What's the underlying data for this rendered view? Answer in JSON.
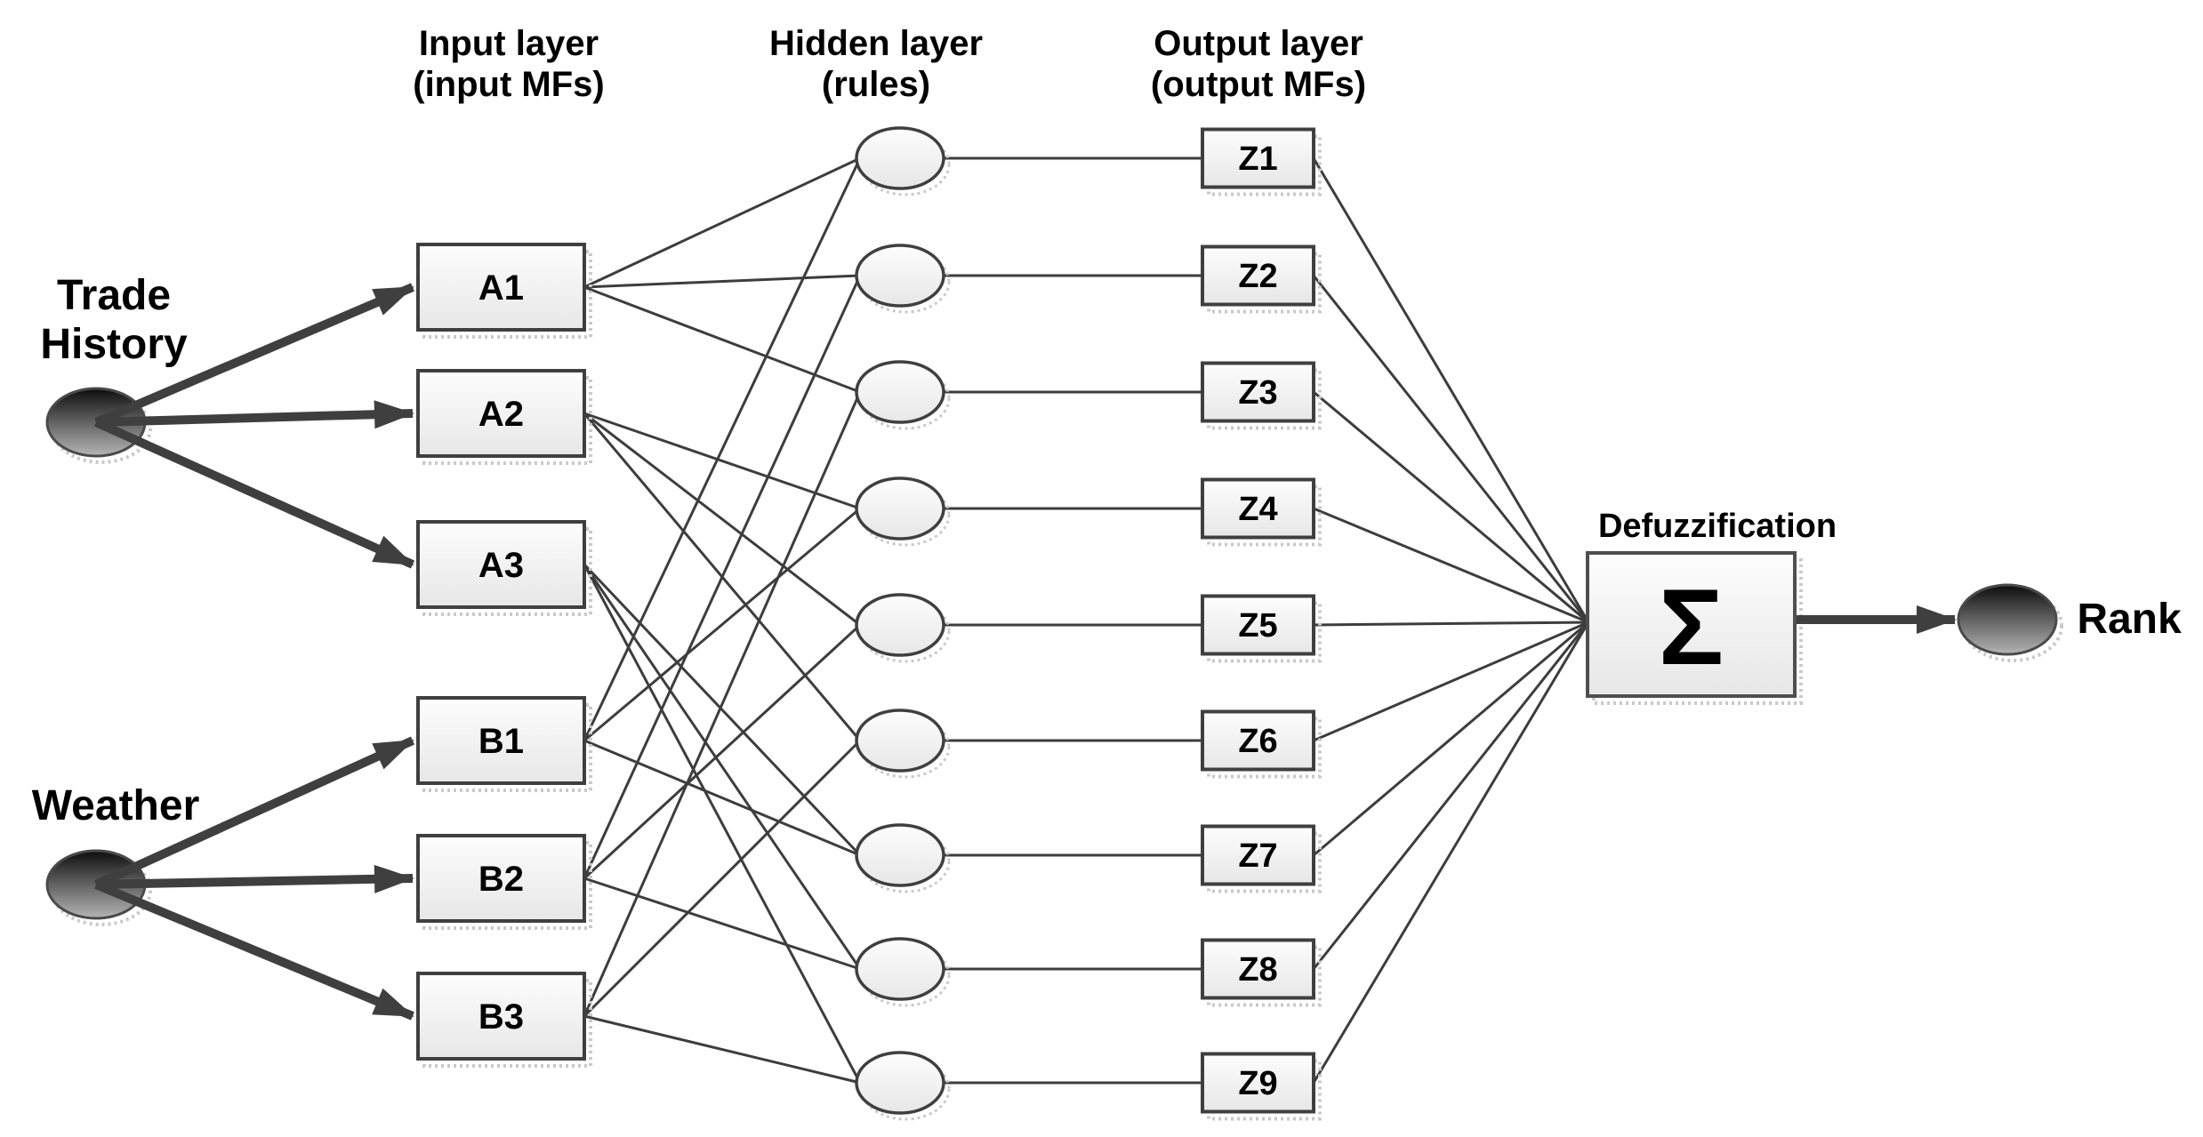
{
  "diagram": {
    "headers": {
      "input": {
        "line1": "Input layer",
        "line2": "(input MFs)"
      },
      "hidden": {
        "line1": "Hidden layer",
        "line2": "(rules)"
      },
      "output": {
        "line1": "Output layer",
        "line2": "(output MFs)"
      }
    },
    "sources": [
      {
        "id": "trade",
        "label_lines": [
          "Trade",
          "History"
        ]
      },
      {
        "id": "weather",
        "label_lines": [
          "Weather"
        ]
      }
    ],
    "input_mf_nodes": [
      {
        "id": "A1",
        "label": "A1"
      },
      {
        "id": "A2",
        "label": "A2"
      },
      {
        "id": "A3",
        "label": "A3"
      },
      {
        "id": "B1",
        "label": "B1"
      },
      {
        "id": "B2",
        "label": "B2"
      },
      {
        "id": "B3",
        "label": "B3"
      }
    ],
    "rule_nodes": [
      "R1",
      "R2",
      "R3",
      "R4",
      "R5",
      "R6",
      "R7",
      "R8",
      "R9"
    ],
    "output_mf_nodes": [
      {
        "id": "Z1",
        "label": "Z1"
      },
      {
        "id": "Z2",
        "label": "Z2"
      },
      {
        "id": "Z3",
        "label": "Z3"
      },
      {
        "id": "Z4",
        "label": "Z4"
      },
      {
        "id": "Z5",
        "label": "Z5"
      },
      {
        "id": "Z6",
        "label": "Z6"
      },
      {
        "id": "Z7",
        "label": "Z7"
      },
      {
        "id": "Z8",
        "label": "Z8"
      },
      {
        "id": "Z9",
        "label": "Z9"
      }
    ],
    "defuzzification": {
      "label": "Defuzzification",
      "symbol": "Σ"
    },
    "rank": {
      "label": "Rank"
    },
    "edges": {
      "source_to_input": [
        [
          "trade",
          "A1"
        ],
        [
          "trade",
          "A2"
        ],
        [
          "trade",
          "A3"
        ],
        [
          "weather",
          "B1"
        ],
        [
          "weather",
          "B2"
        ],
        [
          "weather",
          "B3"
        ]
      ],
      "input_to_rule": [
        [
          "A1",
          "R1"
        ],
        [
          "A1",
          "R2"
        ],
        [
          "A1",
          "R3"
        ],
        [
          "A2",
          "R4"
        ],
        [
          "A2",
          "R5"
        ],
        [
          "A2",
          "R6"
        ],
        [
          "A3",
          "R7"
        ],
        [
          "A3",
          "R8"
        ],
        [
          "A3",
          "R9"
        ],
        [
          "B1",
          "R1"
        ],
        [
          "B1",
          "R4"
        ],
        [
          "B1",
          "R7"
        ],
        [
          "B2",
          "R2"
        ],
        [
          "B2",
          "R5"
        ],
        [
          "B2",
          "R8"
        ],
        [
          "B3",
          "R3"
        ],
        [
          "B3",
          "R6"
        ],
        [
          "B3",
          "R9"
        ]
      ],
      "rule_to_output": [
        [
          "R1",
          "Z1"
        ],
        [
          "R2",
          "Z2"
        ],
        [
          "R3",
          "Z3"
        ],
        [
          "R4",
          "Z4"
        ],
        [
          "R5",
          "Z5"
        ],
        [
          "R6",
          "Z6"
        ],
        [
          "R7",
          "Z7"
        ],
        [
          "R8",
          "Z8"
        ],
        [
          "R9",
          "Z9"
        ]
      ],
      "output_to_defuzz": [
        [
          "Z1",
          "sigma"
        ],
        [
          "Z2",
          "sigma"
        ],
        [
          "Z3",
          "sigma"
        ],
        [
          "Z4",
          "sigma"
        ],
        [
          "Z5",
          "sigma"
        ],
        [
          "Z6",
          "sigma"
        ],
        [
          "Z7",
          "sigma"
        ],
        [
          "Z8",
          "sigma"
        ],
        [
          "Z9",
          "sigma"
        ]
      ],
      "defuzz_to_rank": [
        [
          "sigma",
          "rank"
        ]
      ]
    },
    "colors": {
      "background": "#ffffff",
      "line": "#3d3d3d",
      "arrow": "#3f3f3f",
      "box_border": "#3f3f3f",
      "box_fill_top": "#fdfdfd",
      "box_fill_bottom": "#e7e7e7",
      "dark_node_top": "#0d0d0d",
      "dark_node_mid": "#5a5a5a",
      "dark_node_bottom": "#b5b5b5",
      "shadow": "#c9c9c9",
      "text": "#000000"
    }
  }
}
